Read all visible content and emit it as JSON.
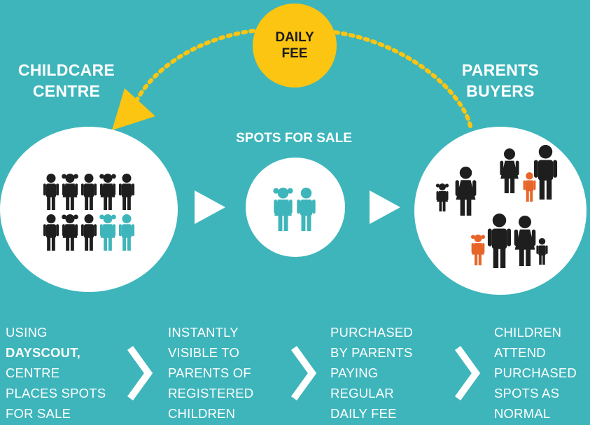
{
  "headings": {
    "left": [
      "CHILDCARE",
      "CENTRE"
    ],
    "center": "SPOTS FOR SALE",
    "right": [
      "PARENTS",
      "BUYERS"
    ]
  },
  "fee": [
    "DAILY",
    "FEE"
  ],
  "steps": [
    {
      "lines": [
        "USING",
        "DAYSCOUT,",
        "CENTRE",
        "PLACES SPOTS",
        "FOR SALE"
      ]
    },
    {
      "lines": [
        "INSTANTLY",
        "VISIBLE TO",
        "PARENTS OF",
        "REGISTERED",
        "CHILDREN"
      ]
    },
    {
      "lines": [
        "PURCHASED",
        "BY PARENTS",
        "PAYING",
        "REGULAR",
        "DAILY FEE"
      ]
    },
    {
      "lines": [
        "CHILDREN",
        "ATTEND",
        "PURCHASED",
        "SPOTS AS",
        "NORMAL"
      ]
    }
  ],
  "colors": {
    "background": "#3db5bb",
    "fee_circle": "#fbc512",
    "dotted_arrow": "#fbc512",
    "figure_dark": "#1e1e1e",
    "figure_teal": "#3db5bb",
    "figure_orange": "#e8652a"
  },
  "icons": [
    "boy-icon",
    "girl-icon",
    "man-icon",
    "woman-icon",
    "play-arrow-icon",
    "chevron-right-icon"
  ]
}
